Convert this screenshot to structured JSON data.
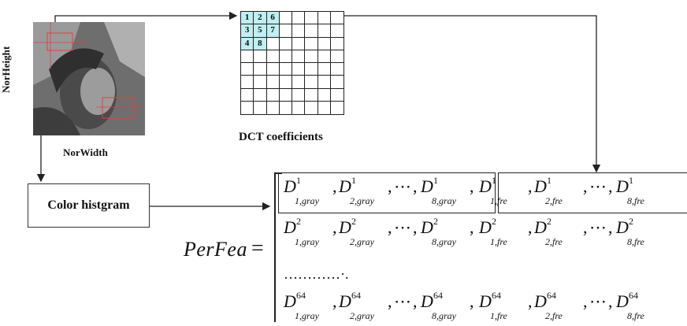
{
  "labels": {
    "nor_height": "NorHeight",
    "nor_width": "NorWidth",
    "dct": "DCT coefficients",
    "color_hist": "Color histgram",
    "perfea": "PerFea",
    "equals": "=",
    "dots": "…………·."
  },
  "dct_grid": {
    "size": 8,
    "highlighted": [
      {
        "row": 0,
        "col": 0,
        "text": "1"
      },
      {
        "row": 0,
        "col": 1,
        "text": "2"
      },
      {
        "row": 0,
        "col": 2,
        "text": "6"
      },
      {
        "row": 1,
        "col": 0,
        "text": "3"
      },
      {
        "row": 1,
        "col": 1,
        "text": "5"
      },
      {
        "row": 1,
        "col": 2,
        "text": "7"
      },
      {
        "row": 2,
        "col": 0,
        "text": "4"
      },
      {
        "row": 2,
        "col": 1,
        "text": "8"
      }
    ],
    "highlight_color": "#bfeff2"
  },
  "matrix": {
    "rows": [
      {
        "sup": "1",
        "gray_terms": [
          "1,gray",
          "2,gray",
          "8,gray"
        ],
        "fre_terms": [
          "1,fre",
          "2,fre",
          "8,fre"
        ]
      },
      {
        "sup": "2",
        "gray_terms": [
          "1,gray",
          "2,gray",
          "8,gray"
        ],
        "fre_terms": [
          "1,fre",
          "2,fre",
          "8,fre"
        ]
      },
      {
        "sup": "64",
        "gray_terms": [
          "1,gray",
          "2,gray",
          "8,gray"
        ],
        "fre_terms": [
          "1,fre",
          "2,fre",
          "8,fre"
        ]
      }
    ],
    "symbol": "D",
    "ellipsis": "⋯",
    "comma": ","
  }
}
